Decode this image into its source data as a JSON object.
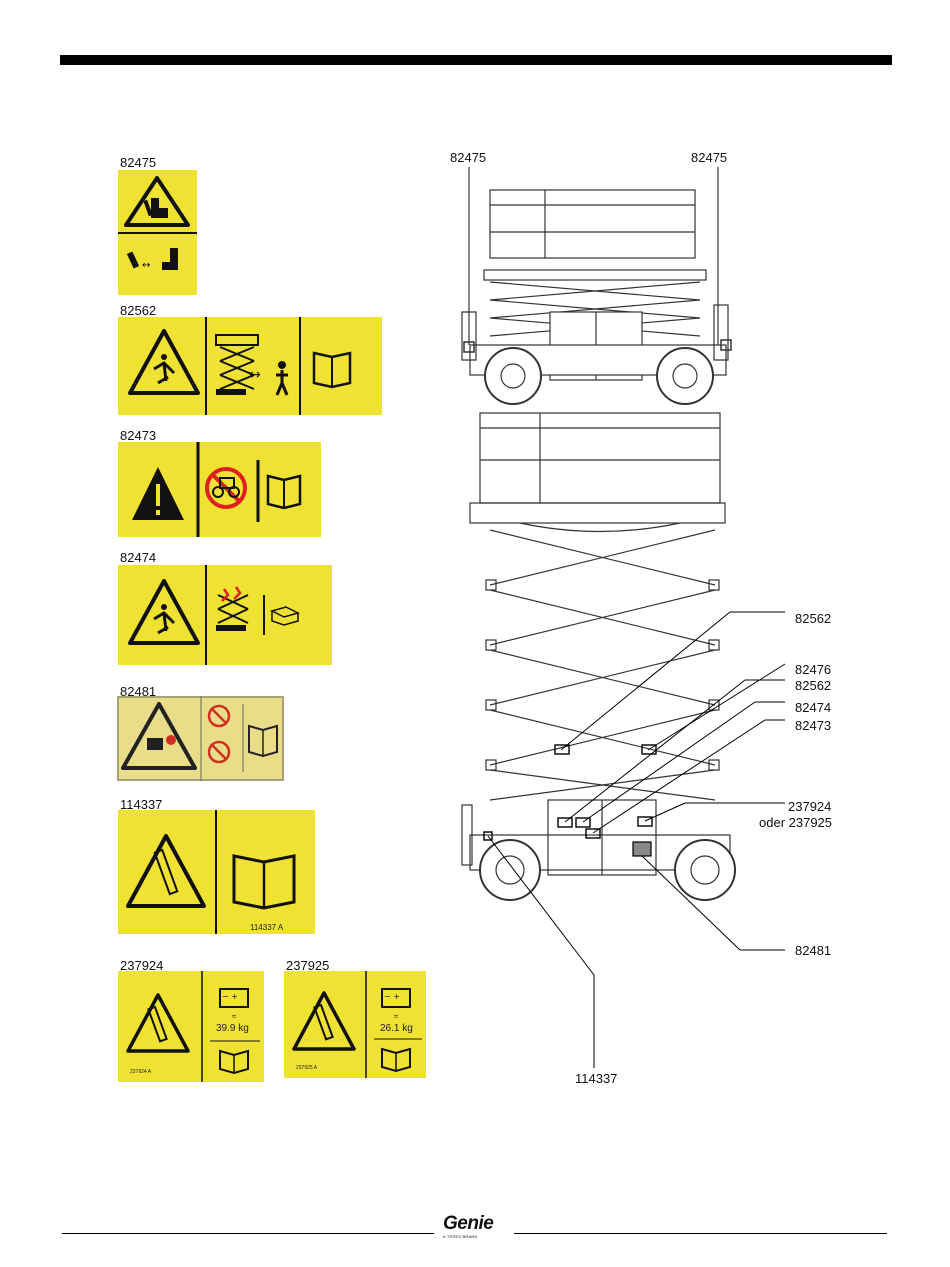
{
  "decals": [
    {
      "code": "82475"
    },
    {
      "code": "82562"
    },
    {
      "code": "82473"
    },
    {
      "code": "82474"
    },
    {
      "code": "82481"
    },
    {
      "code": "114337",
      "small_print": "114337   A"
    },
    {
      "code": "237924",
      "weight": "39.9 kg",
      "approx": "≈",
      "small_print": "237924  A"
    },
    {
      "code": "237925",
      "weight": "26.1 kg",
      "approx": "≈",
      "small_print": "237925  A"
    }
  ],
  "diagram": {
    "top_labels": [
      "82475",
      "82475"
    ],
    "callouts": [
      "82562",
      "82476",
      "82562",
      "82474",
      "82473",
      "237924",
      "oder 237925",
      "82481",
      "114337"
    ]
  },
  "footer": {
    "brand": "Genie",
    "tagline": "A TEREX BRAND"
  },
  "colors": {
    "decal_yellow": "#f0e232",
    "rule": "#000000"
  }
}
